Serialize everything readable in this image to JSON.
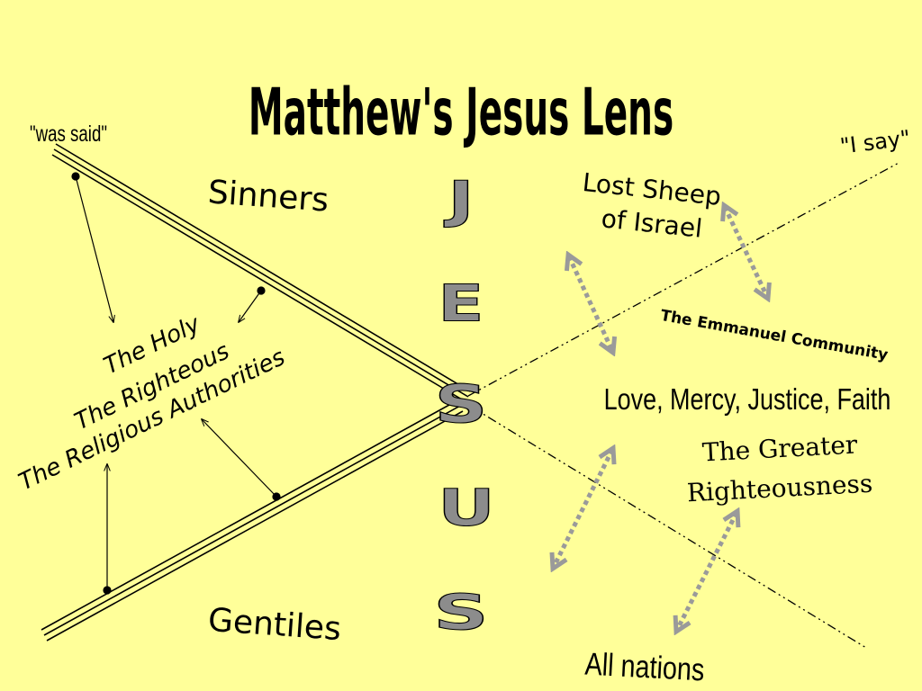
{
  "title": "Matthew's Jesus Lens",
  "left": {
    "was_said": "\"was said\"",
    "sinners": "Sinners",
    "gentiles": "Gentiles",
    "authorities": [
      "The Holy",
      "The Righteous",
      "The Religious Authorities"
    ]
  },
  "center": {
    "letters": [
      "J",
      "E",
      "S",
      "U",
      "S"
    ]
  },
  "right": {
    "i_say": "\"I say\"",
    "lost_sheep": [
      "Lost Sheep",
      "of Israel"
    ],
    "community": "The Emmanuel Community",
    "virtues": "Love, Mercy, Justice, Faith",
    "greater": [
      "The Greater",
      "Righteousness"
    ],
    "nations": "All nations"
  },
  "colors": {
    "background": "#ffff99",
    "jesus_fill": "#8c8c8c",
    "arrow_gray": "#9a9a9a",
    "text": "#000000"
  }
}
